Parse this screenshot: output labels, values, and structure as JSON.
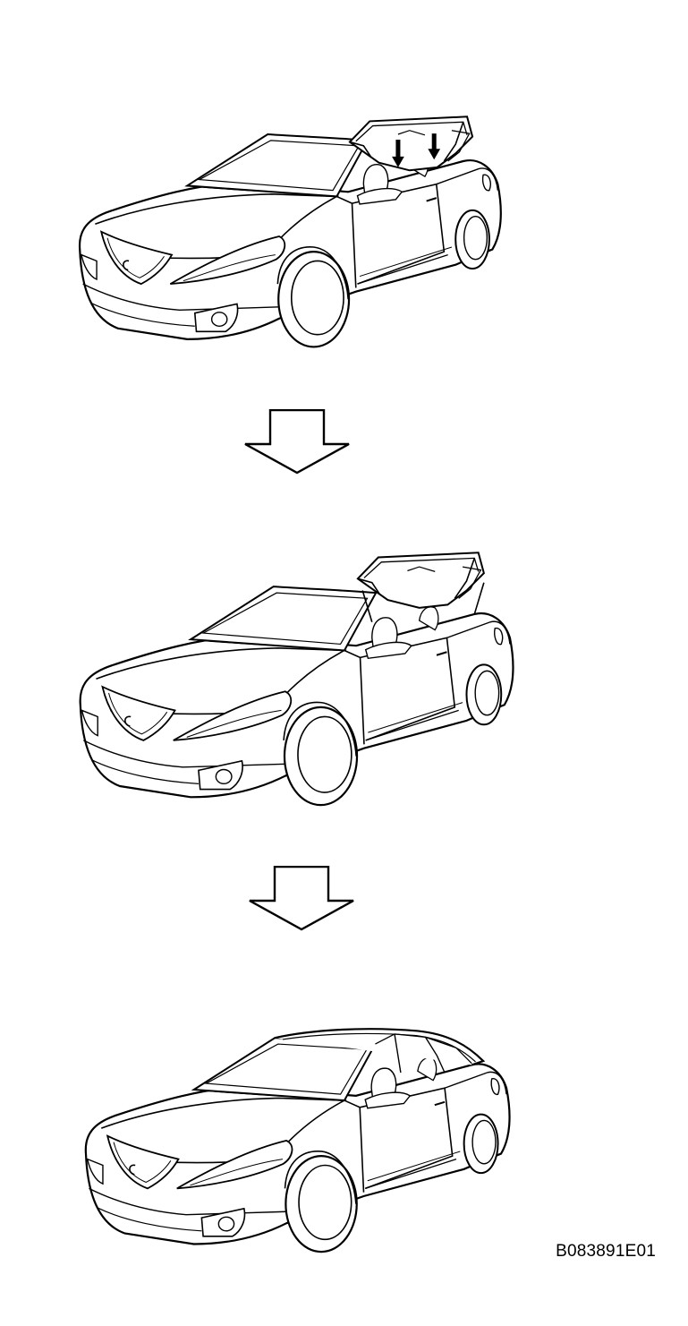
{
  "figure": {
    "reference_code": "B083891E01",
    "steps": [
      {
        "state": "roof-stowing",
        "roof_icon": "open-roof-frame-with-down-arrows"
      },
      {
        "state": "roof-rising",
        "roof_icon": "open-roof-frame"
      },
      {
        "state": "roof-closed",
        "roof_icon": "closed-hardtop"
      }
    ],
    "transition_icon": "down-arrow-outline-icon",
    "line_color": "#000000",
    "background_color": "#ffffff"
  }
}
